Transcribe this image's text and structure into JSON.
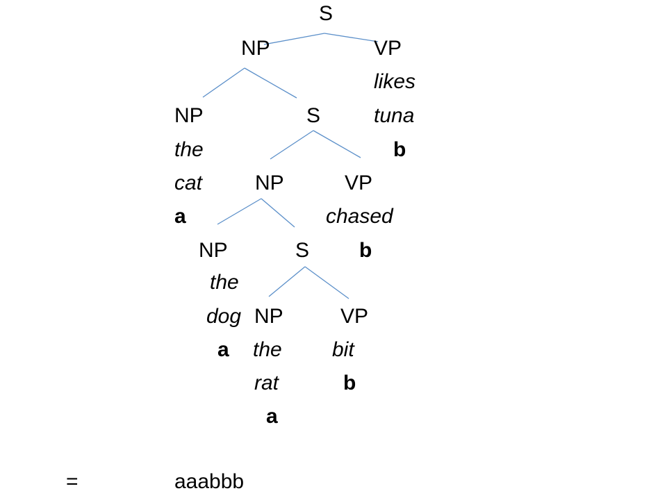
{
  "colors": {
    "text": "#000000",
    "edge": "#5b8fc9",
    "background": "#ffffff"
  },
  "tree": {
    "root": "S",
    "top_np": "NP",
    "top_vp": "VP",
    "top_vp_verb": "likes",
    "top_vp_object": "tuna",
    "top_vp_mark": "b",
    "np_cat": "NP",
    "np_cat_det": "the",
    "np_cat_noun": "cat",
    "np_cat_mark": "a",
    "s1": "S",
    "s1_np": "NP",
    "s1_vp": "VP",
    "s1_vp_verb": "chased",
    "s1_vp_mark": "b",
    "np_dog": "NP",
    "np_dog_det": "the",
    "np_dog_noun": "dog",
    "np_dog_mark": "a",
    "s2": "S",
    "s2_np": "NP",
    "s2_np_det": "the",
    "s2_np_noun": "rat",
    "s2_np_mark": "a",
    "s2_vp": "VP",
    "s2_vp_verb": "bit",
    "s2_vp_mark": "b"
  },
  "result": {
    "equals": "=",
    "string": "aaabbb"
  }
}
